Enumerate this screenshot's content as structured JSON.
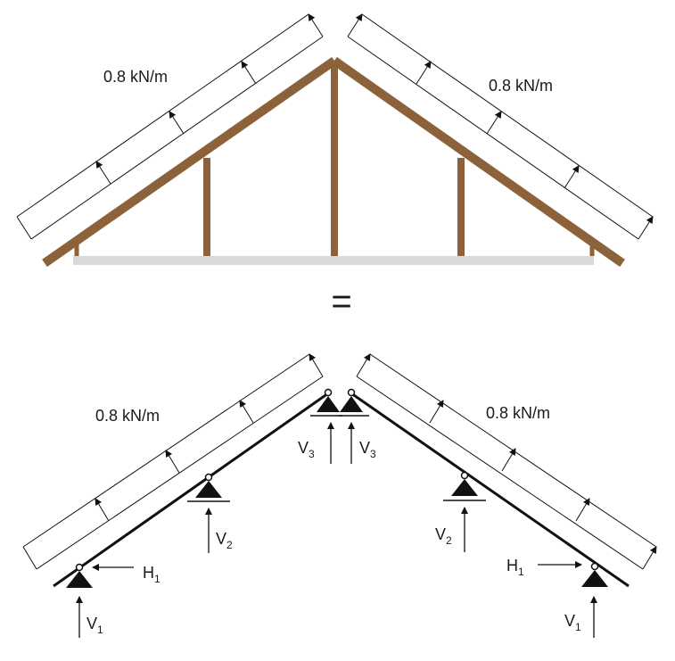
{
  "top_panel": {
    "load_left": "0.8 kN/m",
    "load_right": "0.8 kN/m"
  },
  "equals_sign": "=",
  "bottom_panel": {
    "load_left": "0.8 kN/m",
    "load_right": "0.8 kN/m",
    "reactions": {
      "V1_left": {
        "base": "V",
        "sub": "1"
      },
      "H1_left": {
        "base": "H",
        "sub": "1"
      },
      "V2_left": {
        "base": "V",
        "sub": "2"
      },
      "V3_left": {
        "base": "V",
        "sub": "3"
      },
      "V3_right": {
        "base": "V",
        "sub": "3"
      },
      "V2_right": {
        "base": "V",
        "sub": "2"
      },
      "H1_right": {
        "base": "H",
        "sub": "1"
      },
      "V1_right": {
        "base": "V",
        "sub": "1"
      }
    }
  },
  "colors": {
    "timber": "#8b6239",
    "ceiling": "#d9d9d9",
    "line": "#111111"
  }
}
